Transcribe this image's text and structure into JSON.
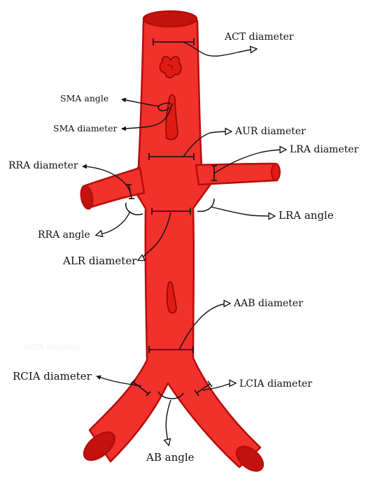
{
  "diagram": {
    "labels": {
      "act": "ACT diameter",
      "sma_angle": "SMA angle",
      "sma_diameter": "SMA diameter",
      "aur": "AUR diameter",
      "lra_diameter": "LRA diameter",
      "rra_diameter": "RRA diameter",
      "rra_angle": "RRA angle",
      "lra_angle": "LRA angle",
      "alr": "ALR diameter",
      "aab": "AAB diameter",
      "rcia": "RCIA diameter",
      "lcia": "LCIA diameter",
      "ab_angle": "AB angle",
      "ghost": "RCIA diameter"
    },
    "colors": {
      "vessel": "#f0312c",
      "vessel_dark": "#e01b14",
      "outline": "#b50d0a",
      "lumen": "#c41210",
      "ink": "#111111"
    }
  }
}
